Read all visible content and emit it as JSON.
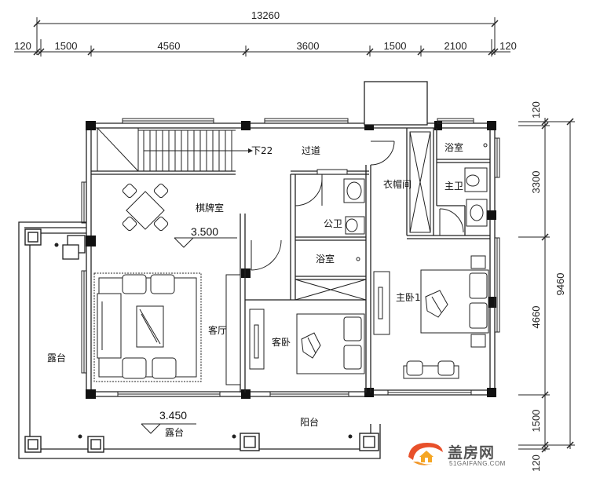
{
  "plan": {
    "total_width_dim": "13260",
    "top_dims": [
      "120",
      "1500",
      "4560",
      "3600",
      "1500",
      "2100",
      "120"
    ],
    "right_total_dim": "9460",
    "right_dims": [
      "120",
      "3300",
      "4660",
      "1500",
      "120"
    ],
    "rooms": {
      "corridor": "过道",
      "stair_down": "下22",
      "chess_room": "棋牌室",
      "chess_level": "3.500",
      "living_room": "客厅",
      "guest_bedroom": "客卧",
      "public_bath": "公卫",
      "bath_room": "浴室",
      "wardrobe": "衣帽间",
      "master_bath_shower": "浴室",
      "master_bath": "主卫",
      "master_bedroom": "主卧1",
      "left_terrace": "露台",
      "front_terrace": "露台",
      "front_level": "3.450",
      "balcony": "阳台"
    }
  },
  "brand": {
    "name": "盖房网",
    "url": "51GAIFANG.COM"
  }
}
